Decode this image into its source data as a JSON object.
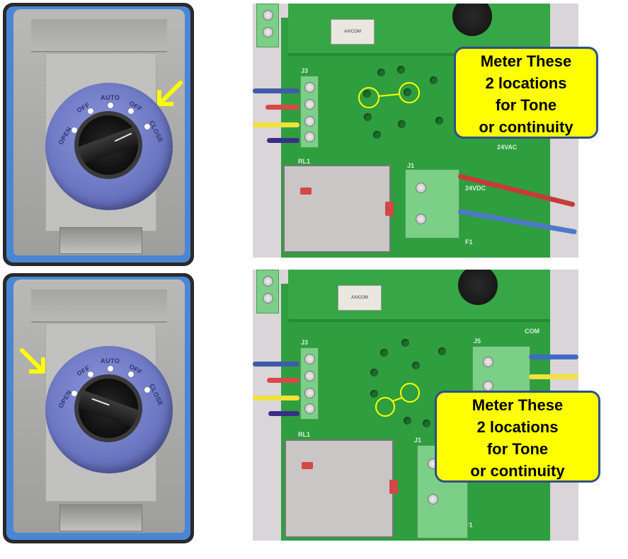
{
  "switch_panels": [
    {
      "id": "top",
      "dial_labels": [
        "OPEN",
        "OFF",
        "AUTO",
        "OFF",
        "CLOSE"
      ],
      "selected_position": "CLOSE",
      "arrow_points_to": "CLOSE",
      "arrow_color": "#ffff00"
    },
    {
      "id": "bottom",
      "dial_labels": [
        "OPEN",
        "OFF",
        "AUTO",
        "OFF",
        "CLOSE"
      ],
      "selected_position": "OPEN",
      "arrow_points_to": "OPEN",
      "arrow_color": "#ffff00"
    }
  ],
  "pcb_photos": [
    {
      "id": "top",
      "silkscreen": [
        "J3",
        "RL1",
        "J1",
        "24VAC",
        "24VDC",
        "F1"
      ],
      "chip_text": "AXICOM",
      "marker_color": "#ffff00",
      "callout": {
        "lines": [
          "Meter These",
          "2 locations",
          "for Tone",
          "or continuity"
        ],
        "fill": "#ffff00",
        "border": "#2f4f8a"
      }
    },
    {
      "id": "bottom",
      "silkscreen": [
        "J3",
        "RL1",
        "J1",
        "J5",
        "COM",
        "F1"
      ],
      "chip_text": "AXICOM",
      "marker_color": "#ffff00",
      "callout": {
        "lines": [
          "Meter These",
          "2 locations",
          "for Tone",
          "or continuity"
        ],
        "fill": "#ffff00",
        "border": "#2f4f8a"
      }
    }
  ]
}
